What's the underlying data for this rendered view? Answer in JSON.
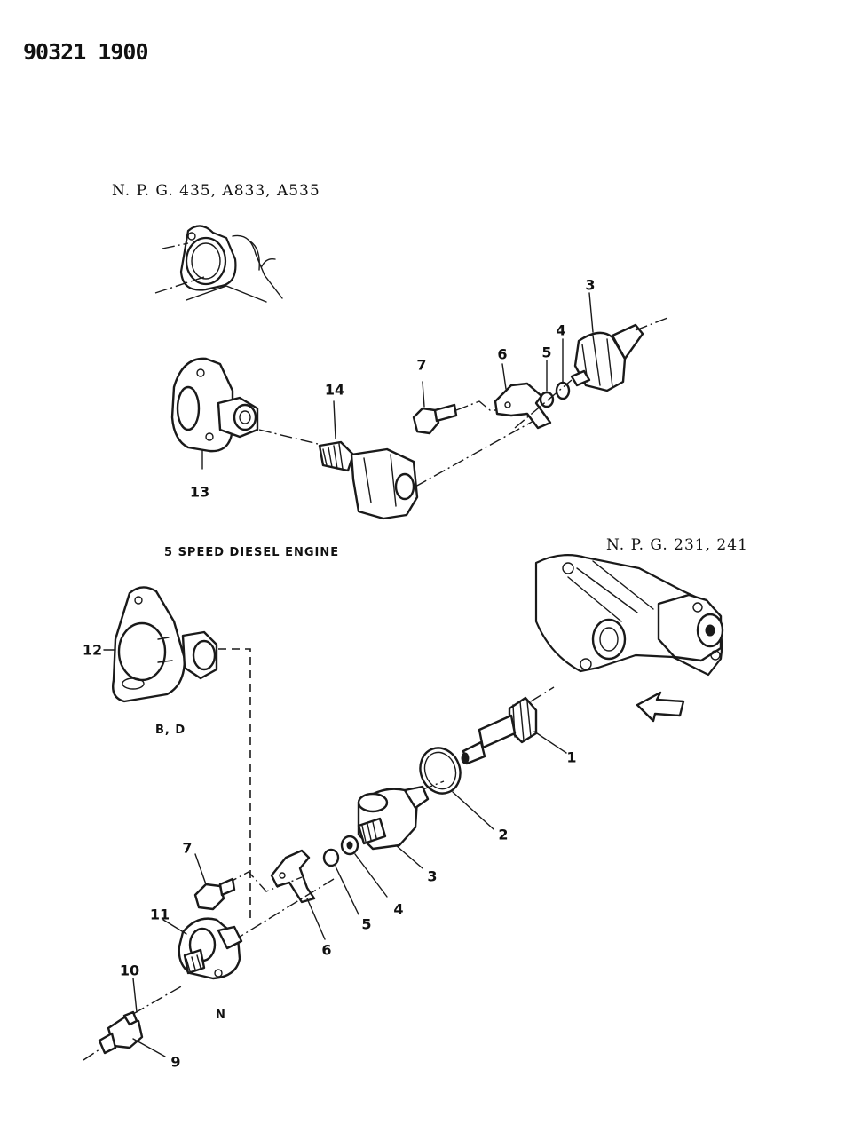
{
  "header": {
    "doc_number": "90321 1900"
  },
  "views": {
    "upper": {
      "applies_to": "N. P. G.  435,  A833,  A535"
    },
    "diesel": {
      "caption": "5 SPEED DIESEL ENGINE"
    },
    "transfer": {
      "applies_to": "N. P. G.  231,  241"
    },
    "sub_b_d": {
      "caption": "B, D"
    },
    "sub_n": {
      "caption": "N"
    }
  },
  "callouts": {
    "upper": [
      "3",
      "4",
      "5",
      "6",
      "7",
      "14",
      "13"
    ],
    "lower": [
      "12",
      "1",
      "2",
      "3",
      "7",
      "4",
      "5",
      "6",
      "11",
      "10",
      "9"
    ]
  }
}
